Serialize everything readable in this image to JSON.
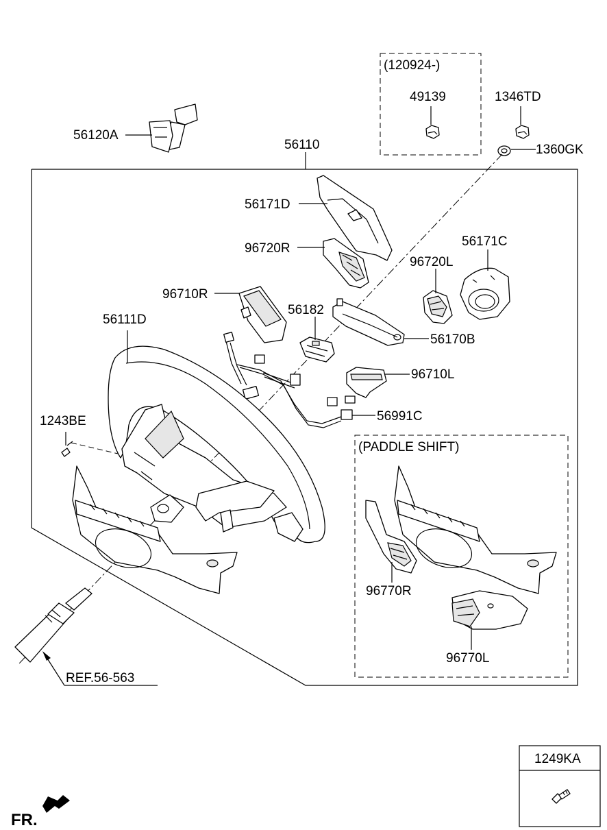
{
  "labels": {
    "p56120A": "56120A",
    "date_range": "(120924-)",
    "p49139": "49139",
    "p1346TD": "1346TD",
    "p1360GK": "1360GK",
    "p56110": "56110",
    "p56171D": "56171D",
    "p96720R": "96720R",
    "p56171C": "56171C",
    "p96720L": "96720L",
    "p96710R": "96710R",
    "p56182": "56182",
    "p56111D": "56111D",
    "p56170B": "56170B",
    "p96710L": "96710L",
    "p56991C": "56991C",
    "p1243BE": "1243BE",
    "paddle_shift": "(PADDLE SHIFT)",
    "p96770R": "96770R",
    "p96770L": "96770L",
    "ref": "REF.56-563",
    "p1249KA": "1249KA",
    "fr": "FR."
  }
}
